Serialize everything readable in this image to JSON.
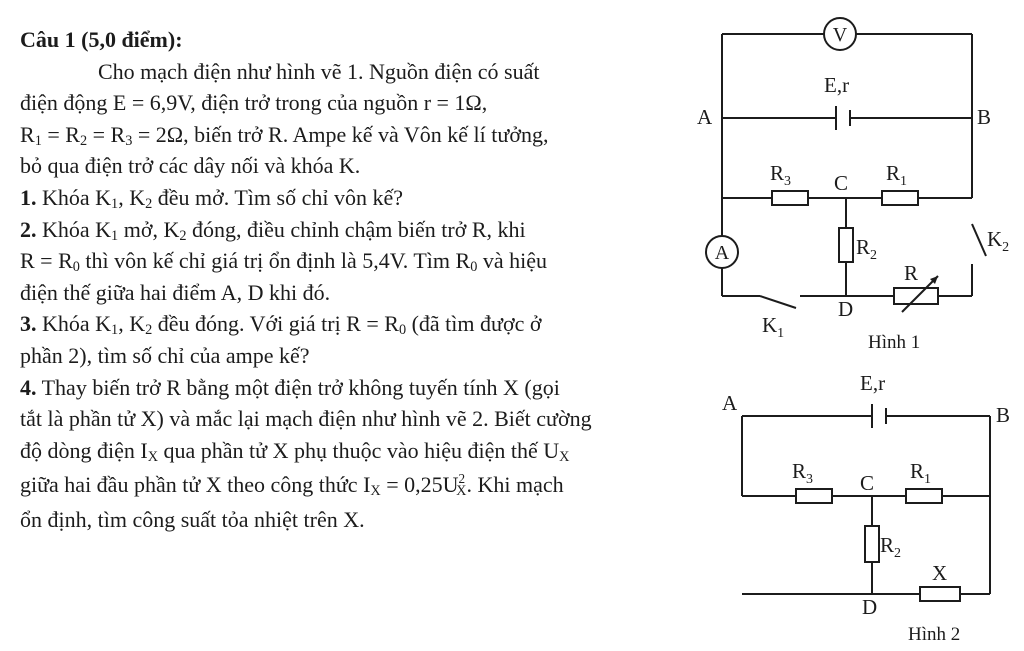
{
  "problem": {
    "title": "Câu 1 (5,0 điểm):",
    "intro_1": "Cho mạch điện như hình vẽ 1. Nguồn điện có suất",
    "intro_2": "điện động E = 6,9V, điện trở trong của nguồn r = 1Ω,",
    "intro_3": "= R",
    "intro_4": "= R",
    "intro_5": "= 2Ω, biến trở R. Ampe kế và Vôn kế lí tưởng,",
    "intro_6": "bỏ qua điện trở các dây nối và khóa K.",
    "q1_num": "1.",
    "q1_a": "Khóa K",
    "q1_b": ", K",
    "q1_c": "đều mở. Tìm số chỉ vôn kế?",
    "q2_num": "2.",
    "q2_a": "Khóa K",
    "q2_b": "mở, K",
    "q2_c": "đóng, điều chỉnh chậm biến trở R, khi",
    "q2_d": "R = R",
    "q2_e": "thì vôn kế chỉ giá trị ổn định là 5,4V. Tìm R",
    "q2_f": "và hiệu",
    "q2_g": "điện thế giữa hai điểm A, D khi đó.",
    "q3_num": "3.",
    "q3_a": "Khóa K",
    "q3_b": ", K",
    "q3_c": "đều đóng. Với giá trị R = R",
    "q3_d": "(đã tìm được ở",
    "q3_e": "phần 2), tìm số chỉ của ampe kế?",
    "q4_num": "4.",
    "q4_a": "Thay biến trở R bằng một điện trở không tuyến tính X (gọi",
    "q4_b": "tắt là phần tử X) và mắc lại mạch điện như hình vẽ 2. Biết cường",
    "q4_c": "độ dòng điện I",
    "q4_d": "qua phần tử X phụ thuộc vào hiệu điện thế U",
    "q4_e": "giữa hai đầu phần tử X theo công thức I",
    "q4_f": "= 0,25U",
    "q4_g": ". Khi mạch",
    "q4_h": "ổn định, tìm công suất tỏa nhiệt trên X.",
    "sym_R": "R",
    "sym_K": "K",
    "sym_I": "I",
    "sym_U": "U",
    "sub_0": "0",
    "sub_1": "1",
    "sub_2": "2",
    "sub_3": "3",
    "sub_X": "X",
    "sup_2": "2"
  },
  "figure1": {
    "voltmeter": "V",
    "ammeter": "A",
    "source": "E,r",
    "node_A": "A",
    "node_B": "B",
    "node_C": "C",
    "node_D": "D",
    "r3": "R",
    "r1": "R",
    "r2": "R",
    "rheostat": "R",
    "k1": "K",
    "k2": "K",
    "sub_1": "1",
    "sub_2": "2",
    "sub_3": "3",
    "caption": "Hình 1"
  },
  "figure2": {
    "source": "E,r",
    "node_A": "A",
    "node_B": "B",
    "node_C": "C",
    "node_D": "D",
    "r3": "R",
    "r1": "R",
    "r2": "R",
    "x_element": "X",
    "sub_1": "1",
    "sub_2": "2",
    "sub_3": "3",
    "caption": "Hình 2"
  }
}
